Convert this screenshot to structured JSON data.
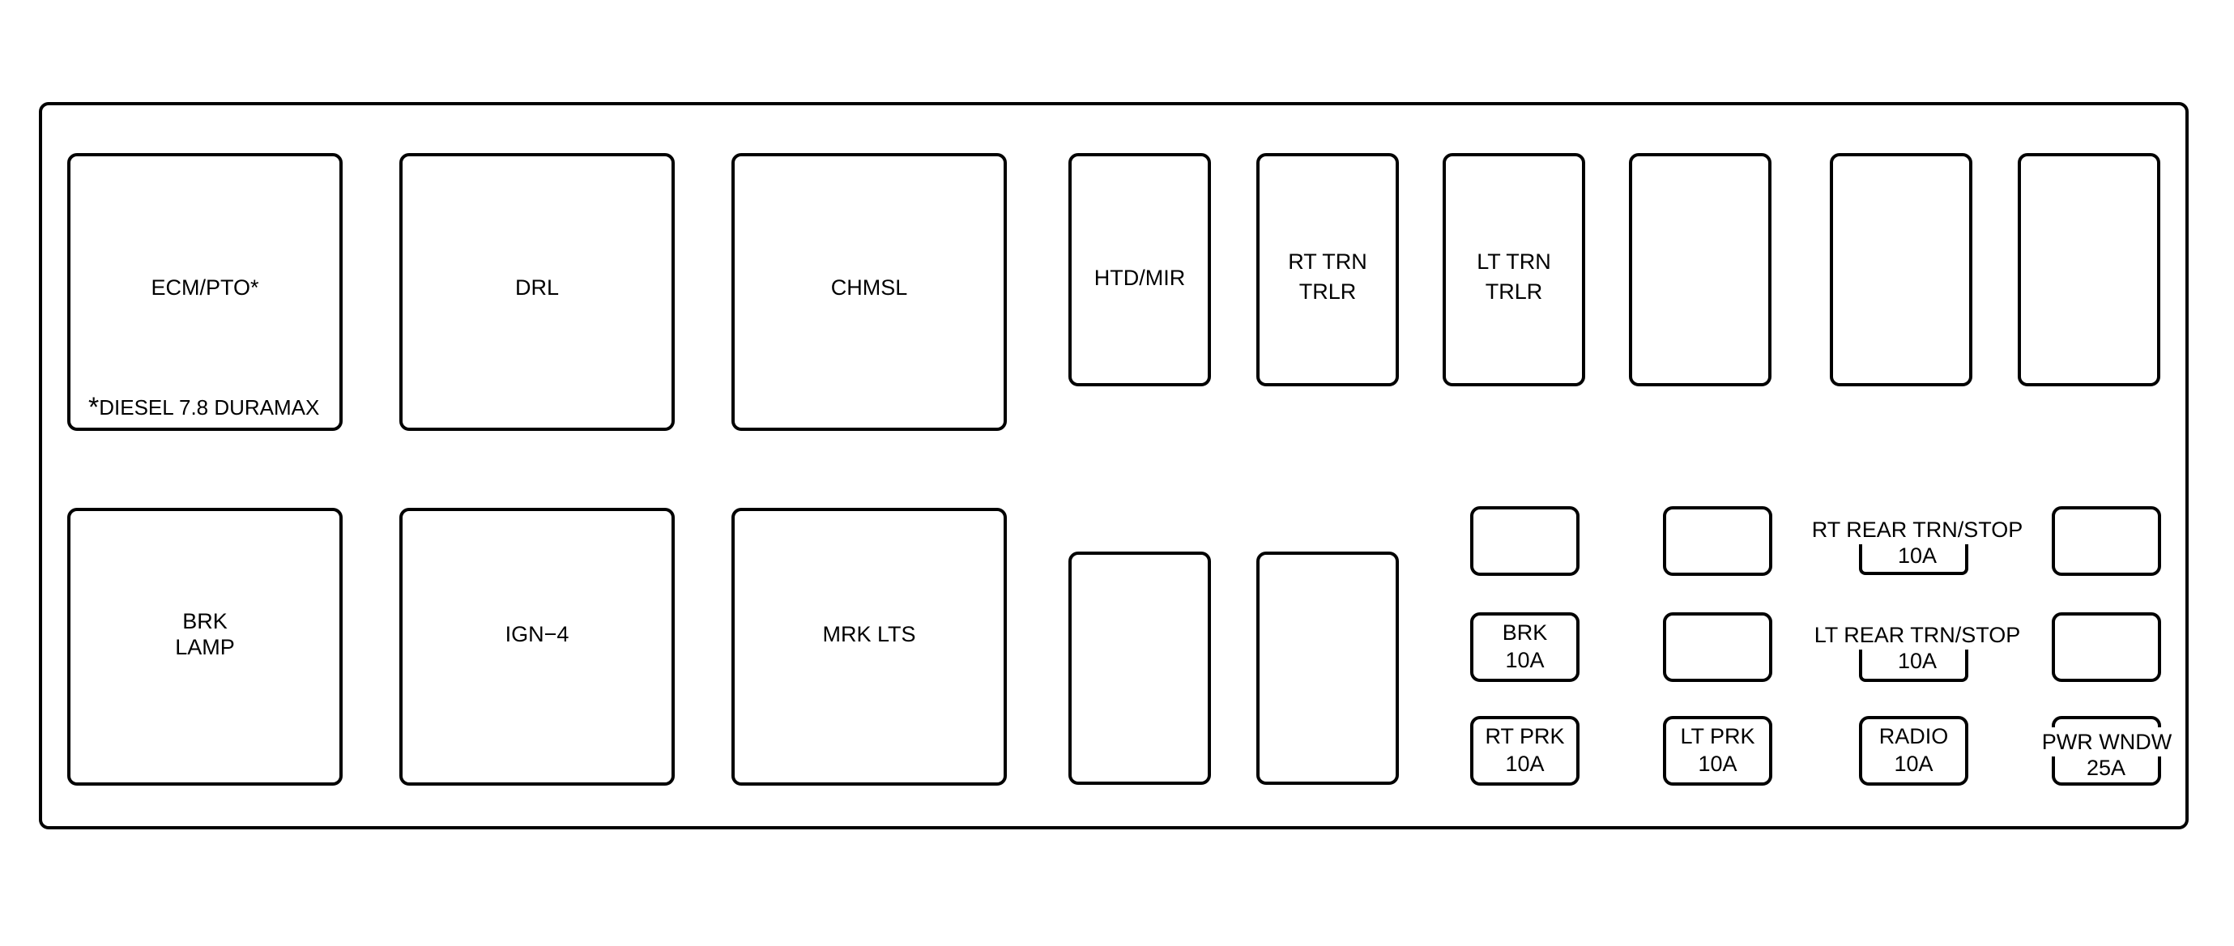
{
  "diagram": {
    "large_fuses_top": [
      {
        "lines": [
          "ECM/PTO*"
        ]
      },
      {
        "lines": [
          "DRL"
        ]
      },
      {
        "lines": [
          "CHMSL"
        ]
      }
    ],
    "footnote": {
      "marker": "*",
      "text": "DIESEL 7.8 DURAMAX"
    },
    "medium_fuses_top": [
      {
        "lines": [
          "HTD/MIR"
        ]
      },
      {
        "lines": [
          "RT TRN",
          "TRLR"
        ]
      },
      {
        "lines": [
          "LT TRN",
          "TRLR"
        ]
      },
      {
        "lines": []
      },
      {
        "lines": []
      },
      {
        "lines": []
      }
    ],
    "large_fuses_bottom": [
      {
        "lines": [
          "BRK",
          "LAMP"
        ]
      },
      {
        "lines": [
          "IGN−4"
        ]
      },
      {
        "lines": [
          "MRK LTS"
        ]
      }
    ],
    "medium_fuses_bottom": [
      {
        "lines": []
      },
      {
        "lines": []
      }
    ],
    "mini_fuses": {
      "col1": [
        {
          "lines": []
        },
        {
          "lines": [
            "BRK",
            "10A"
          ]
        },
        {
          "lines": [
            "RT PRK",
            "10A"
          ]
        }
      ],
      "col2": [
        {
          "lines": []
        },
        {
          "lines": []
        },
        {
          "lines": [
            "LT PRK",
            "10A"
          ]
        }
      ],
      "col3": [
        {
          "name": "RT REAR TRN/STOP",
          "rating": "10A"
        },
        {
          "name": "LT REAR TRN/STOP",
          "rating": "10A"
        },
        {
          "name": "RADIO",
          "rating": "10A"
        }
      ],
      "col4": [
        {
          "lines": []
        },
        {
          "lines": []
        },
        {
          "name": "PWR WNDW",
          "rating": "25A"
        }
      ]
    }
  }
}
